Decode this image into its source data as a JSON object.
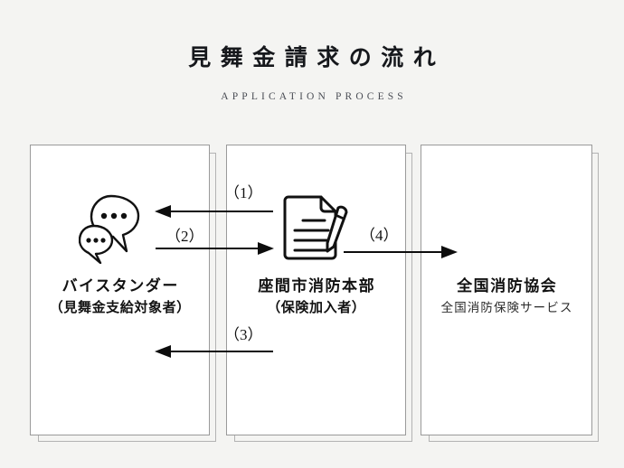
{
  "header": {
    "title": "見舞金請求の流れ",
    "subtitle": "APPLICATION PROCESS"
  },
  "colors": {
    "background": "#f4f4f2",
    "card_background": "#ffffff",
    "card_border": "#9a9a9a",
    "card_shadow_border": "#b3b3b3",
    "text": "#121212",
    "subtitle_text": "#4a4d55",
    "arrow": "#0d0d0d"
  },
  "cards": [
    {
      "id": "bystander",
      "icon": "speech-bubbles-icon",
      "title": "バイスタンダー",
      "subtitle": "（見舞金支給対象者）",
      "subtitle_style": "bold"
    },
    {
      "id": "zama-fire-headquarters",
      "icon": "document-pencil-icon",
      "title": "座間市消防本部",
      "subtitle": "（保険加入者）",
      "subtitle_style": "bold"
    },
    {
      "id": "national-fire-association",
      "icon": "none",
      "title": "全国消防協会",
      "subtitle": "全国消防保険サービス",
      "subtitle_style": "light"
    }
  ],
  "arrows": [
    {
      "id": "arrow-1",
      "label": "（1）",
      "direction": "left",
      "from": "zama-fire-headquarters",
      "to": "bystander"
    },
    {
      "id": "arrow-2",
      "label": "（2）",
      "direction": "right",
      "from": "bystander",
      "to": "zama-fire-headquarters"
    },
    {
      "id": "arrow-3",
      "label": "（3）",
      "direction": "left",
      "from": "zama-fire-headquarters",
      "to": "bystander"
    },
    {
      "id": "arrow-4",
      "label": "（4）",
      "direction": "right",
      "from": "zama-fire-headquarters",
      "to": "national-fire-association"
    }
  ]
}
